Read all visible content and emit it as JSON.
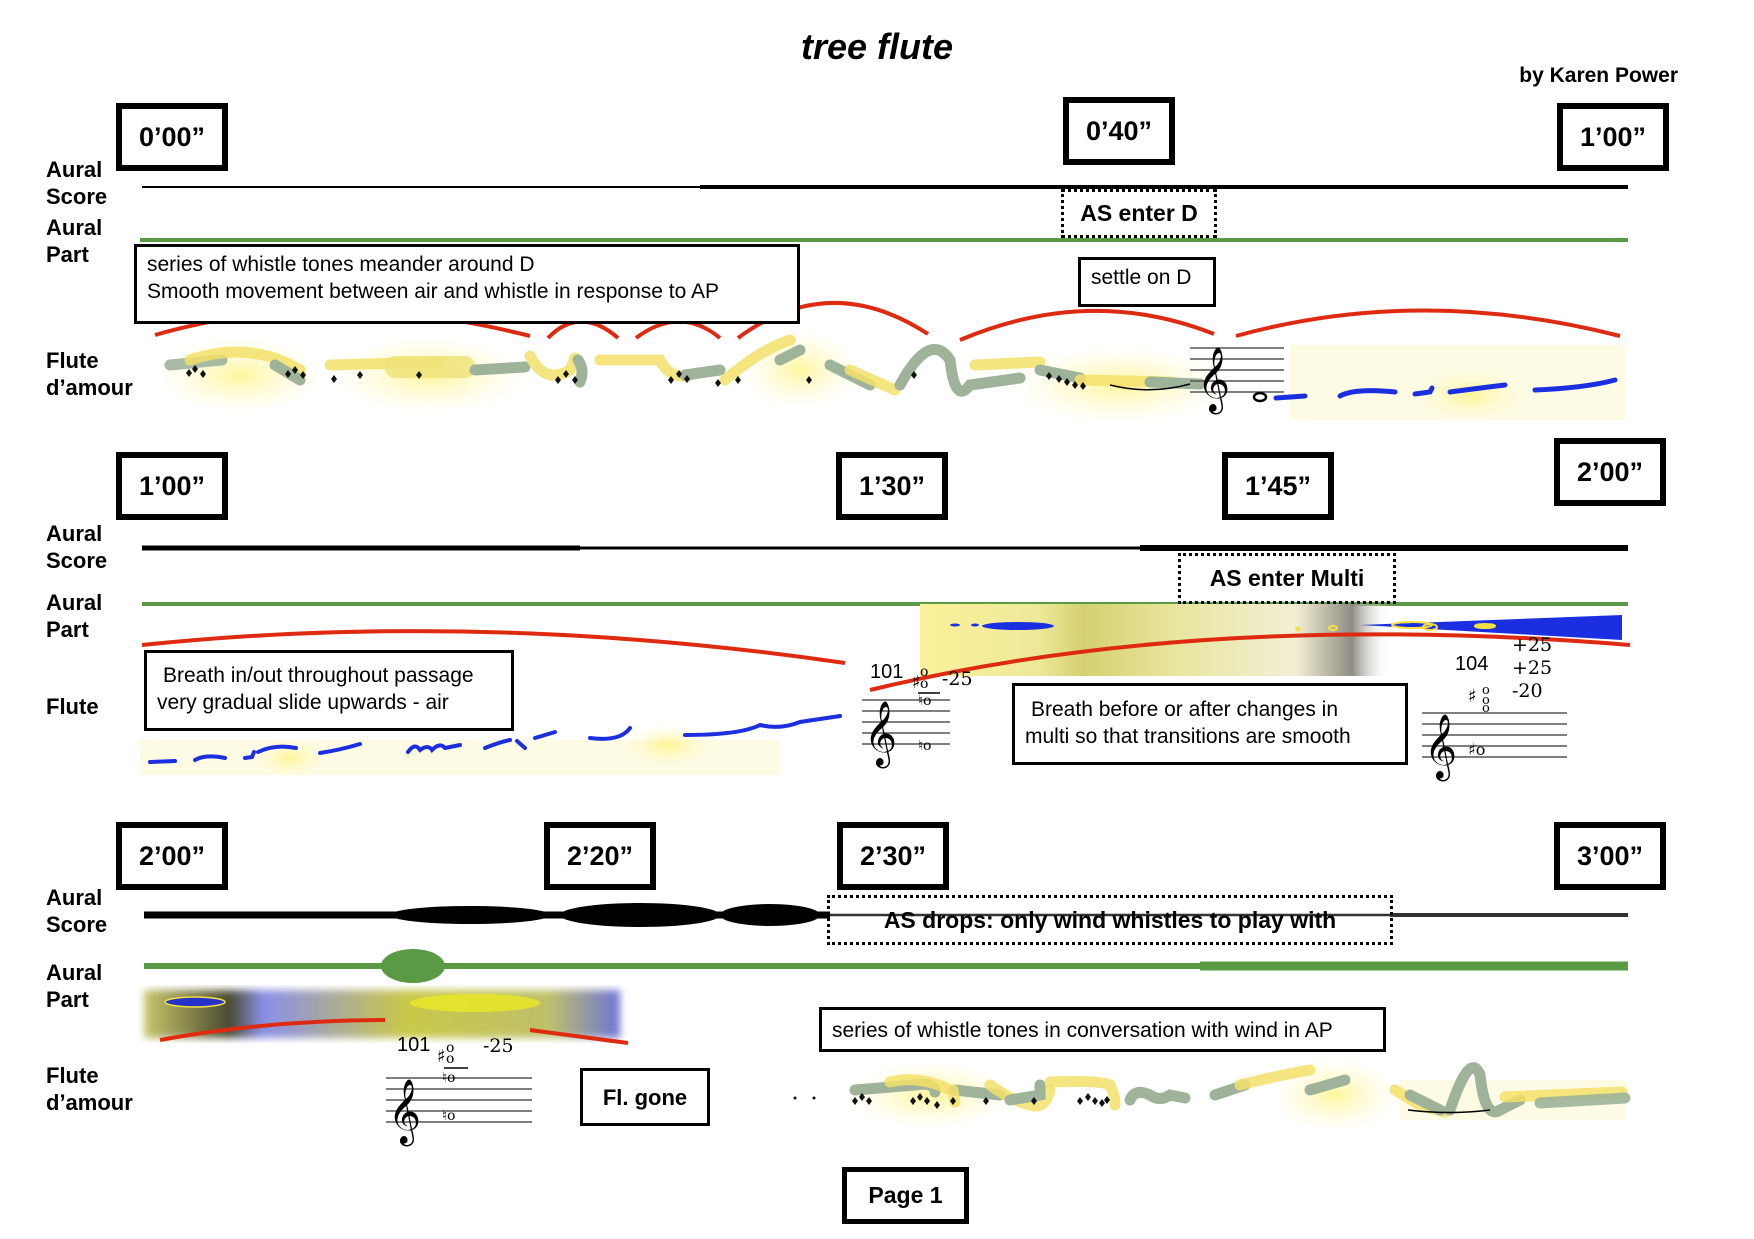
{
  "header": {
    "title": "tree flute",
    "author": "by Karen Power"
  },
  "labels": {
    "aural_score": [
      "Aural",
      "Score"
    ],
    "aural_part": [
      "Aural",
      "Part"
    ],
    "flute_damour": [
      "Flute",
      "d’amour"
    ],
    "flute": "Flute"
  },
  "systems": [
    {
      "timestamps": [
        "0’00”",
        "0’40”",
        "1’00”"
      ],
      "cues": {
        "dotted": "AS enter D"
      },
      "notes": [
        [
          "series of whistle tones meander around D",
          "Smooth movement between air and whistle in response to AP"
        ],
        [
          "settle on D"
        ]
      ],
      "instrument": "flute_damour"
    },
    {
      "timestamps": [
        "1’00”",
        "1’30”",
        "1’45”",
        "2’00”"
      ],
      "cues": {
        "dotted": "AS enter Multi"
      },
      "notes": [
        [
          "Breath in/out throughout passage",
          "very gradual slide upwards - air"
        ],
        [
          "Breath before or after changes in",
          "multi so that transitions are smooth"
        ]
      ],
      "multiphonics": [
        {
          "number": "101",
          "cents": [
            "-25"
          ]
        },
        {
          "number": "104",
          "cents": [
            "+25",
            "+25",
            "-20"
          ]
        }
      ],
      "instrument": "flute"
    },
    {
      "timestamps": [
        "2’00”",
        "2’20”",
        "2’30”",
        "3’00”"
      ],
      "cues": {
        "dotted": "AS drops: only wind whistles to play with"
      },
      "notes": [
        [
          "series of whistle tones in conversation with wind in AP"
        ],
        [
          "Fl. gone"
        ]
      ],
      "multiphonics": [
        {
          "number": "101",
          "cents": [
            "-25"
          ]
        }
      ],
      "instrument": "flute_damour"
    }
  ],
  "footer": {
    "page": "Page 1"
  },
  "colors": {
    "aural_score": "#000000",
    "aural_part": "#5a9a45",
    "phrase_arc": "#dd2a10",
    "air_line": "#1b2fe0",
    "whistle_yellow": "#f3e06a",
    "whistle_green": "#9fb29a"
  }
}
